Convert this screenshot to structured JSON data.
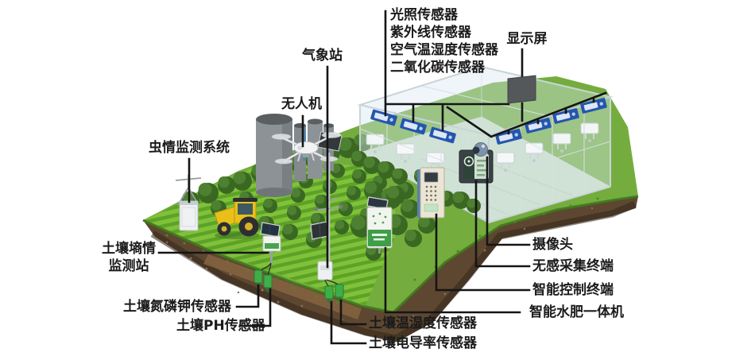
{
  "labels": {
    "sensor_group": [
      "光照传感器",
      "紫外线传感器",
      "空气温湿度传感器",
      "二氧化碳传感器"
    ],
    "display_screen": "显示屏",
    "weather_station": "气象站",
    "drone": "无人机",
    "insect_monitor": "虫情监测系统",
    "soil_moisture_station": [
      "土壤墒情",
      "监测站"
    ],
    "soil_npk_sensor": "土壤氮磷钾传感器",
    "soil_ph_sensor": "土壤PH传感器",
    "soil_temp_humidity_sensor": "土壤温湿度传感器",
    "soil_ec_sensor": "土壤电导率传感器",
    "camera": "摄像头",
    "contactless_collection_terminal": "无感采集终端",
    "smart_control_terminal": "智能控制终端",
    "smart_water_fertilizer_machine": "智能水肥一体机"
  },
  "colors": {
    "label_text": "#1b1b1b",
    "annotation_line": "#151515",
    "field_green": "#7bbd37",
    "row_green": "#5a9e24",
    "grass_green": "#74ad3d",
    "tree_green": "#3a6823",
    "soil_brown": "#5e4731",
    "soil_dark": "#3a2b1e",
    "greenhouse_glass": "#d7e7ef",
    "sensor_box_blue": "#2456ae",
    "screen_gray": "#54585b",
    "tractor_yellow": "#e9c019",
    "soil_sensor_green": "#3fae49"
  }
}
